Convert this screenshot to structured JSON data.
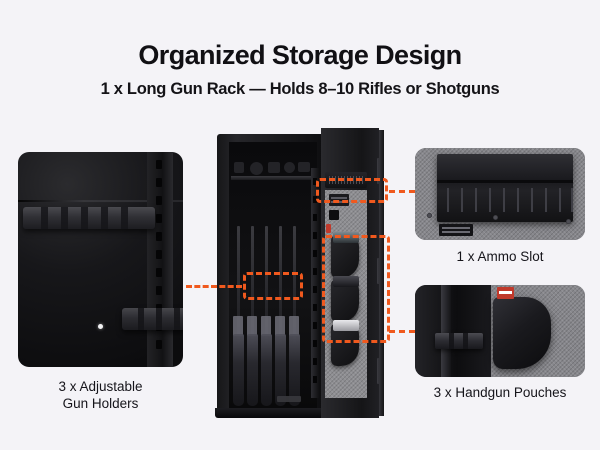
{
  "header": {
    "title": "Organized Storage Design",
    "subtitle": "1 x Long Gun Rack — Holds 8–10 Rifles or Shotguns"
  },
  "panels": {
    "left": {
      "caption_line1": "3 x Adjustable",
      "caption_line2": "Gun Holders",
      "subject": "adjustable-gun-holder-brackets"
    },
    "right_top": {
      "caption": "1 x Ammo Slot",
      "subject": "ammo-slot-tray"
    },
    "right_bottom": {
      "caption": "3 x Handgun Pouches",
      "subject": "handgun-pouch-on-door-felt"
    },
    "center": {
      "subject": "open-gun-safe-with-rifles"
    }
  },
  "colors": {
    "background": "#f4f3f7",
    "accent_orange": "#f0591e",
    "text": "#15141a",
    "felt_gray": "#87878c",
    "steel_black": "#17171a",
    "logo_red": "#c0392b"
  },
  "highlights": [
    {
      "name": "long-gun-rack",
      "linked_panel": "left"
    },
    {
      "name": "ammo-slot",
      "linked_panel": "right_top"
    },
    {
      "name": "handgun-pouches",
      "linked_panel": "right_bottom"
    }
  ]
}
